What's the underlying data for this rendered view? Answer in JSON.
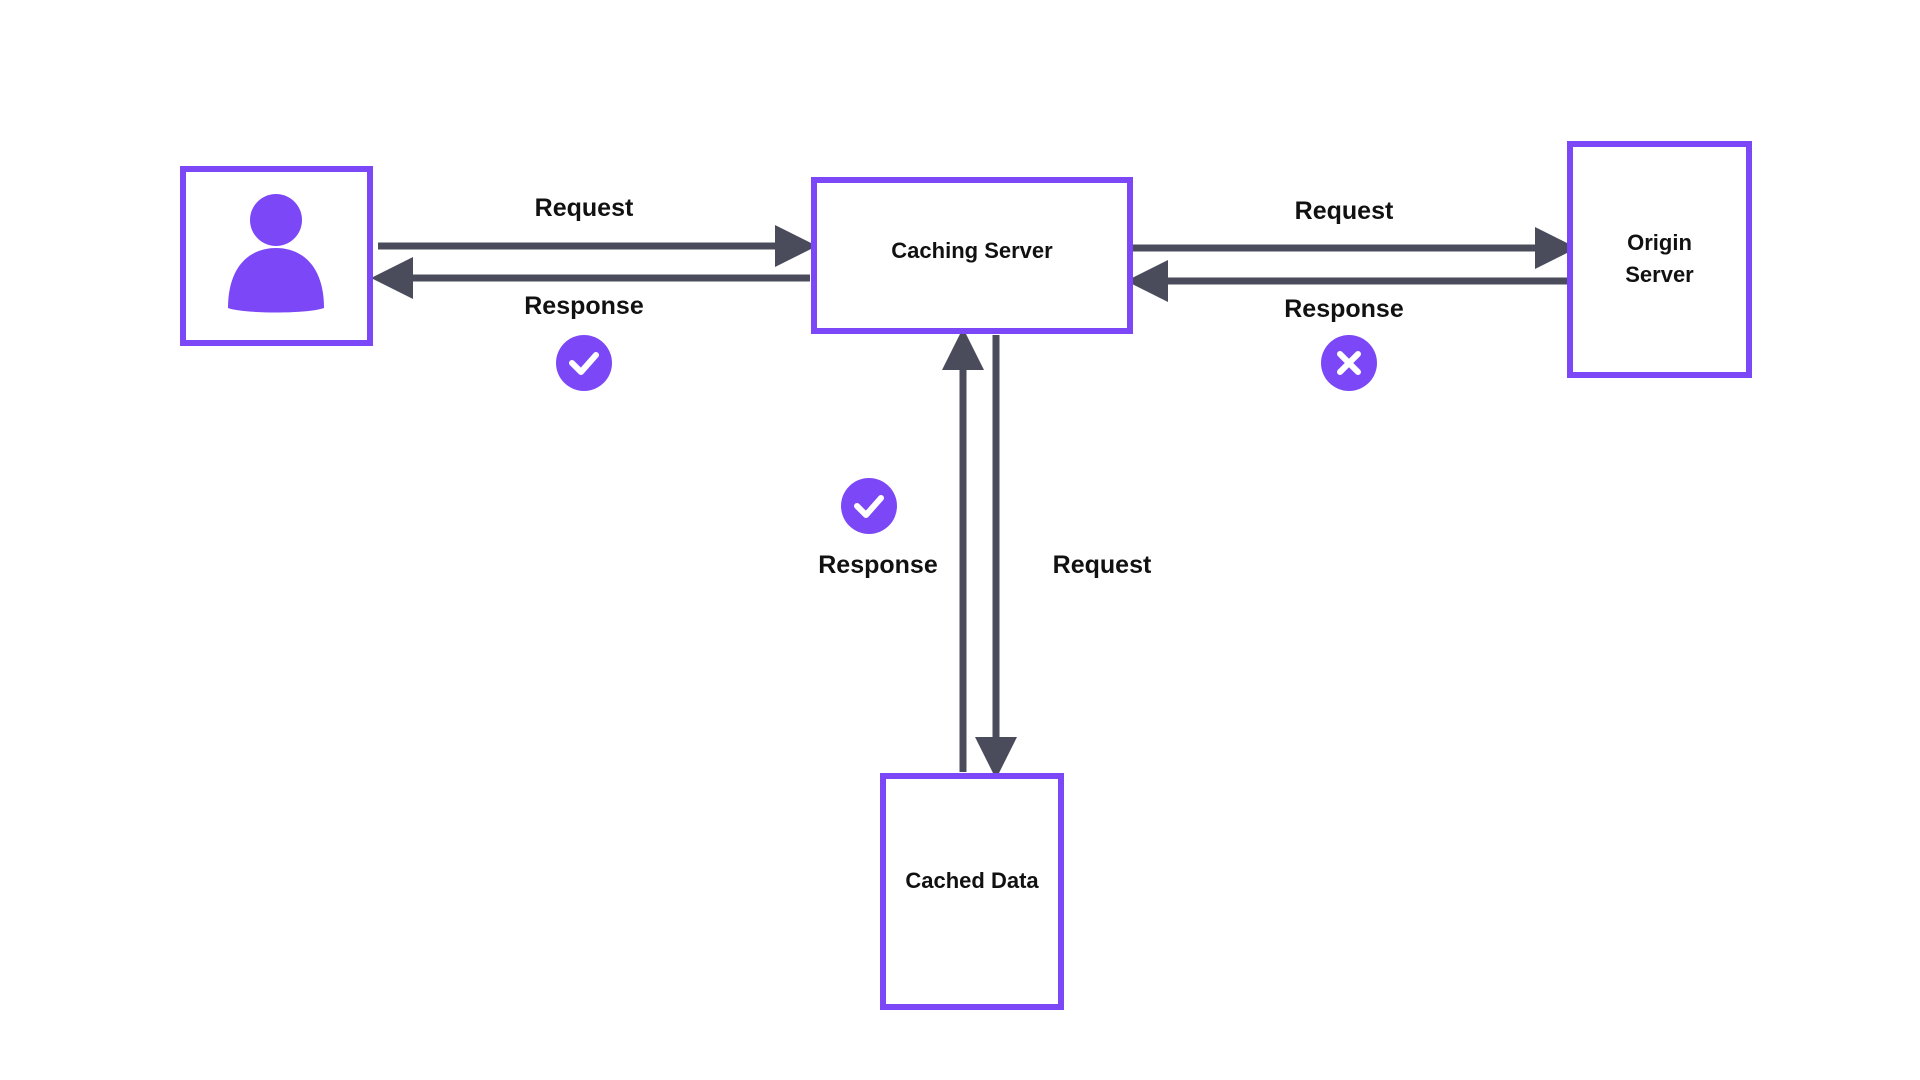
{
  "colors": {
    "accent": "#7c48f7",
    "arrow": "#4a4c5c",
    "text": "#111111",
    "background": "#ffffff"
  },
  "nodes": {
    "user": {
      "icon": "user-icon"
    },
    "caching_server": {
      "label": "Caching Server"
    },
    "origin_server": {
      "label_line1": "Origin",
      "label_line2": "Server"
    },
    "cached_data": {
      "label": "Cached Data"
    }
  },
  "edges": {
    "user_to_cache": {
      "label": "Request"
    },
    "cache_to_user": {
      "label": "Response",
      "status_icon": "check-circle-icon"
    },
    "cache_to_origin": {
      "label": "Request"
    },
    "origin_to_cache": {
      "label": "Response",
      "status_icon": "x-circle-icon"
    },
    "cache_to_data": {
      "label": "Request"
    },
    "data_to_cache": {
      "label": "Response",
      "status_icon": "check-circle-icon"
    }
  }
}
